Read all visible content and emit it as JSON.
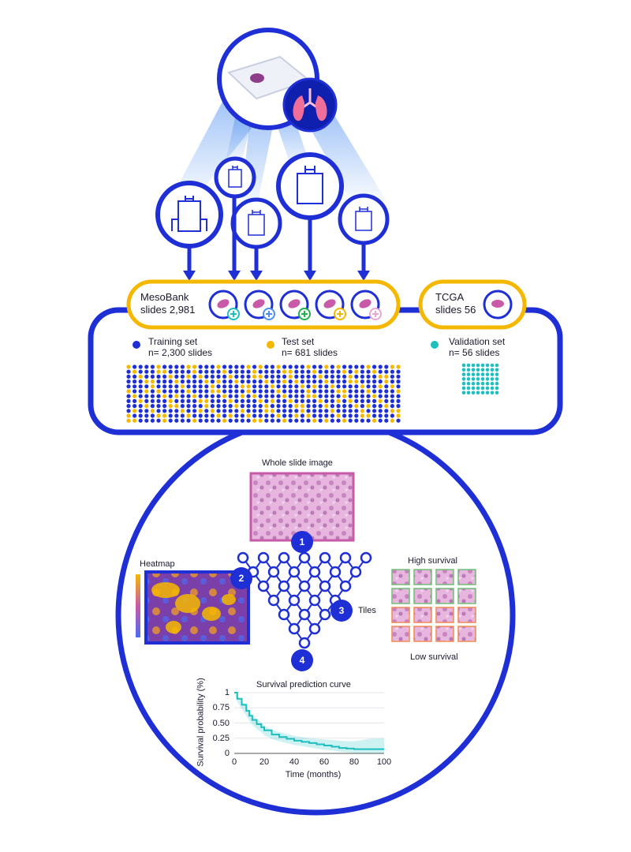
{
  "colors": {
    "blue": "#1f2fd6",
    "yellow": "#f5b800",
    "teal": "#1fbfbf",
    "light_blue": "#4d8ef0",
    "pink": "#c85aa8"
  },
  "icons": [
    "microscope-slide-icon",
    "lungs-icon",
    "hospital-icon",
    "tissue-sample-icon"
  ],
  "mesobank": {
    "name": "MesoBank",
    "slides": "slides 2,981"
  },
  "tcga": {
    "name": "TCGA",
    "slides": "slides 56"
  },
  "legend": {
    "training": {
      "label": "Training set",
      "count": "n= 2,300 slides"
    },
    "test": {
      "label": "Test set",
      "count": "n= 681 slides"
    },
    "validation": {
      "label": "Validation set",
      "count": "n= 56 slides"
    }
  },
  "pipeline": {
    "whole_slide": "Whole slide image",
    "heatmap": "Heatmap",
    "tiles": "Tiles",
    "high_survival": "High survival",
    "low_survival": "Low survival",
    "steps": [
      "1",
      "2",
      "3",
      "4"
    ]
  },
  "chart_data": {
    "type": "line",
    "title": "Survival prediction curve",
    "xlabel": "Time (months)",
    "ylabel": "Survival probability (%)",
    "xlim": [
      0,
      100
    ],
    "ylim": [
      0,
      1
    ],
    "x_ticks": [
      "0",
      "20",
      "40",
      "60",
      "80",
      "100"
    ],
    "y_ticks": [
      "0",
      "0.25",
      "0.50",
      "0.75",
      "1"
    ],
    "series": [
      {
        "x": [
          0,
          2,
          5,
          8,
          10,
          12,
          15,
          18,
          20,
          25,
          30,
          35,
          40,
          45,
          50,
          55,
          60,
          65,
          70,
          75,
          80,
          90,
          100
        ],
        "y": [
          1.0,
          0.9,
          0.8,
          0.7,
          0.62,
          0.55,
          0.48,
          0.43,
          0.38,
          0.31,
          0.27,
          0.24,
          0.21,
          0.19,
          0.17,
          0.15,
          0.13,
          0.11,
          0.09,
          0.08,
          0.07,
          0.07,
          0.07
        ],
        "lower": [
          1.0,
          0.85,
          0.73,
          0.62,
          0.54,
          0.47,
          0.4,
          0.35,
          0.3,
          0.24,
          0.2,
          0.17,
          0.14,
          0.12,
          0.1,
          0.08,
          0.06,
          0.05,
          0.03,
          0.02,
          0.01,
          0.0,
          0.0
        ],
        "upper": [
          1.0,
          0.95,
          0.87,
          0.78,
          0.7,
          0.63,
          0.56,
          0.51,
          0.46,
          0.39,
          0.35,
          0.32,
          0.29,
          0.27,
          0.25,
          0.24,
          0.23,
          0.22,
          0.21,
          0.2,
          0.2,
          0.24,
          0.25
        ]
      }
    ]
  }
}
